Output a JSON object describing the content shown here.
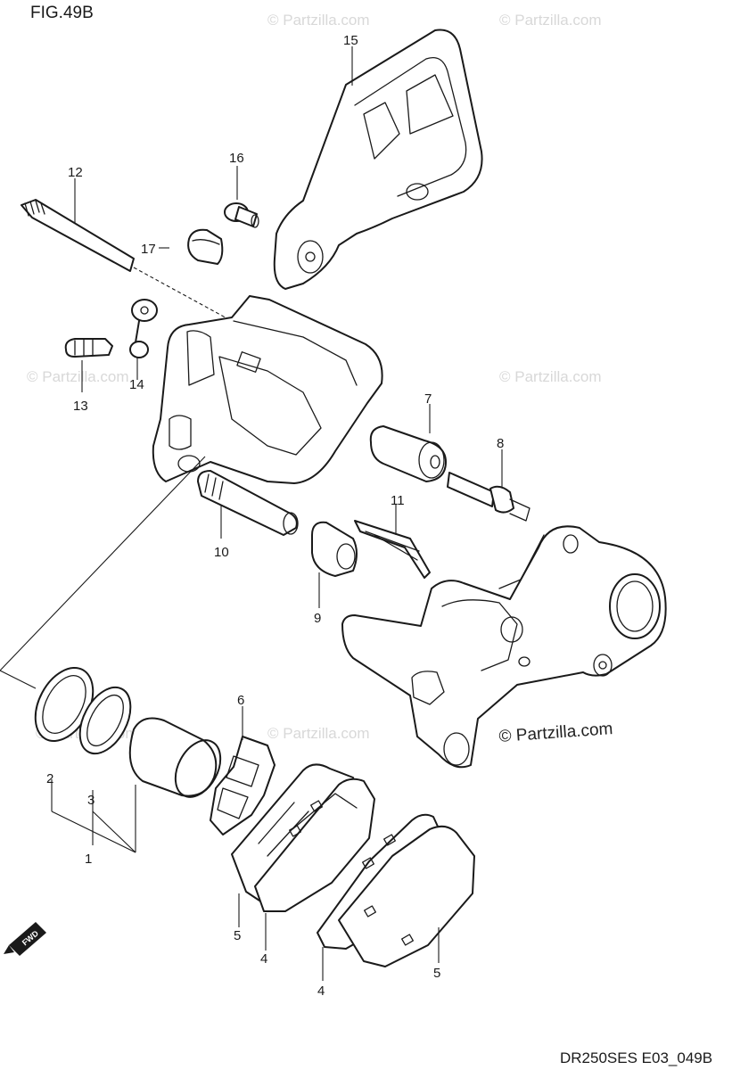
{
  "figure": {
    "title": "FIG.49B",
    "drawing_code": "DR250SES E03_049B",
    "watermark": "© Partzilla.com",
    "watermark_main": "© Partzilla.com",
    "direction_label": "FWD"
  },
  "callouts": [
    "1",
    "2",
    "3",
    "4",
    "4",
    "5",
    "5",
    "6",
    "7",
    "8",
    "9",
    "10",
    "11",
    "12",
    "13",
    "14",
    "15",
    "16",
    "17"
  ]
}
